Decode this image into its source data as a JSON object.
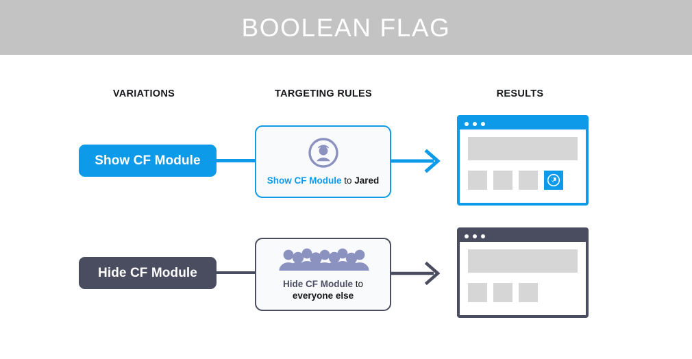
{
  "banner": {
    "title": "BOOLEAN FLAG",
    "bg_color": "#c3c3c3",
    "text_color": "#ffffff"
  },
  "columns": {
    "variations": "VARIATIONS",
    "targeting_rules": "TARGETING RULES",
    "results": "RESULTS"
  },
  "colors": {
    "accent_blue": "#0d9ae8",
    "slate": "#4a4c5f",
    "icon_purple": "#8c92c0",
    "placeholder_gray": "#d6d6d6",
    "card_bg": "#f9fafc"
  },
  "rows": [
    {
      "variation_label": "Show CF Module",
      "variation_color": "#0d9ae8",
      "rule_icon": "single-user-icon",
      "rule_text_highlight": "Show CF Module",
      "rule_text_middle": " to ",
      "rule_text_target": "Jared",
      "arrow_color": "#0d9ae8",
      "browser_chrome_color": "#0d9ae8",
      "browser_dots": 3,
      "tiles": [
        "blank",
        "blank",
        "blank",
        "cf-module-flag"
      ],
      "flag_icon": "chat-flag-icon"
    },
    {
      "variation_label": "Hide CF Module",
      "variation_color": "#4a4c5f",
      "rule_icon": "group-of-people-icon",
      "rule_text_highlight": "Hide CF Module",
      "rule_text_middle": " to",
      "rule_text_target": "everyone else",
      "arrow_color": "#4a4c5f",
      "browser_chrome_color": "#4a4c5f",
      "browser_dots": 3,
      "tiles": [
        "blank",
        "blank",
        "blank"
      ],
      "flag_icon": null
    }
  ]
}
